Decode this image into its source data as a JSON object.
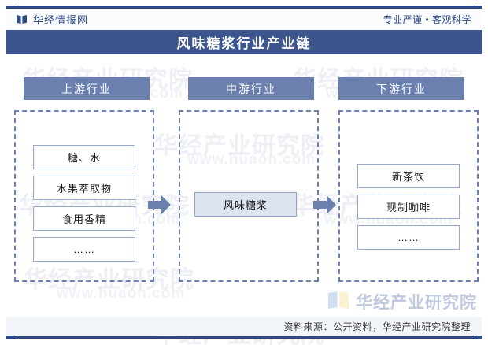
{
  "header": {
    "logo_icon": "open-book-icon",
    "brand_name": "华经情报网",
    "tagline": "专业严谨 • 客观科学"
  },
  "title": {
    "text": "风味糖浆行业产业链"
  },
  "columns": [
    {
      "key": "upstream",
      "header": "上游行业",
      "nodes": [
        {
          "label": "糖、水",
          "style": "plain"
        },
        {
          "label": "水果萃取物",
          "style": "plain"
        },
        {
          "label": "食用香精",
          "style": "plain"
        },
        {
          "label": "……",
          "style": "plain"
        }
      ]
    },
    {
      "key": "midstream",
      "header": "中游行业",
      "nodes": [
        {
          "label": "风味糖浆",
          "style": "filled"
        }
      ]
    },
    {
      "key": "downstream",
      "header": "下游行业",
      "nodes": [
        {
          "label": "新茶饮",
          "style": "plain"
        },
        {
          "label": "现制咖啡",
          "style": "plain"
        },
        {
          "label": "……",
          "style": "plain"
        }
      ]
    }
  ],
  "arrows": [
    {
      "name": "arrow-upstream-to-midstream",
      "direction": "right"
    },
    {
      "name": "arrow-midstream-to-downstream",
      "direction": "right"
    }
  ],
  "footer": {
    "source": "资料来源：公开资料，华经产业研究院整理"
  },
  "watermark": {
    "institute": "华经产业研究院",
    "url": "www.huaon.com"
  },
  "colors": {
    "navy": "#2e4a86",
    "title_bar": "#3d558f",
    "header_bar": "#6b80ae",
    "node_border": "#97a9cd",
    "node_fill": "#dde3ef",
    "dashed_border": "#6b80ae",
    "footer_band": "#f2f5fa",
    "logo_blue": "#4a6fb5",
    "logo_yellow": "#f2e3a8"
  }
}
